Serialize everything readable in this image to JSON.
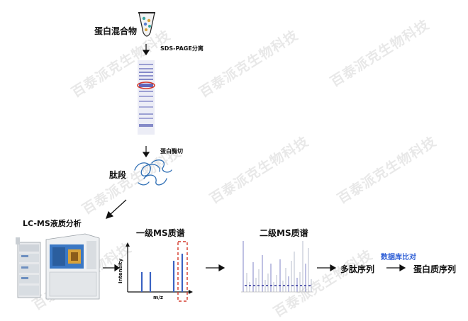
{
  "watermark": "百泰派克生物科技",
  "steps": {
    "protein_mixture": "蛋白混合物",
    "sds_page": "SDS-PAGE分离",
    "enzyme_digest": "蛋白酶切",
    "peptide": "肽段",
    "lcms": "LC-MS液质分析",
    "ms1": "一级MS质谱",
    "ms2": "二级MS质谱",
    "db_search": "数据库比对",
    "peptide_seq": "多肽序列",
    "protein_seq": "蛋白质序列"
  },
  "ms1_chart": {
    "ylabel": "Intensity",
    "xlabel": "m/z"
  },
  "colors": {
    "gel_band": "#5a5fb5",
    "highlight": "#d43a2c",
    "peak": "#3a62c2",
    "accent_text": "#2f5fd6"
  }
}
